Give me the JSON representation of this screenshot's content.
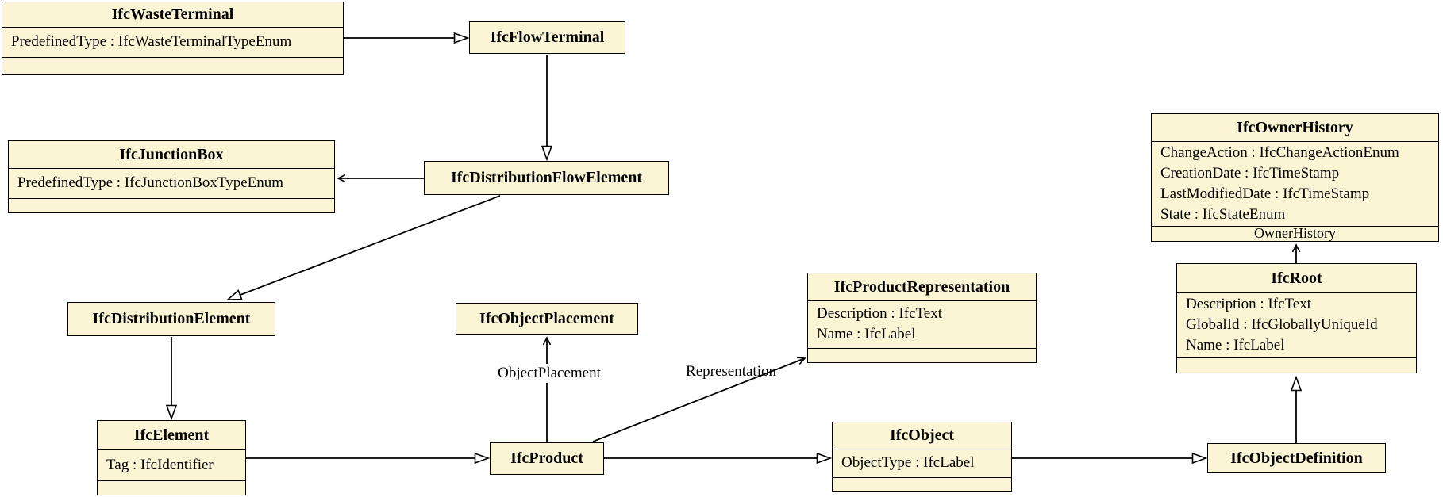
{
  "diagram": {
    "kind": "uml-class-diagram",
    "colors": {
      "node_fill": "#FBF5D5",
      "node_border": "#000000",
      "line": "#000000",
      "background": "#FFFFFF"
    },
    "nodes": [
      {
        "id": "IfcWasteTerminal",
        "title": "IfcWasteTerminal",
        "attributes": [
          "PredefinedType : IfcWasteTerminalTypeEnum"
        ],
        "footer": ""
      },
      {
        "id": "IfcFlowTerminal",
        "title": "IfcFlowTerminal",
        "attributes": [],
        "footer": null
      },
      {
        "id": "IfcJunctionBox",
        "title": "IfcJunctionBox",
        "attributes": [
          "PredefinedType : IfcJunctionBoxTypeEnum"
        ],
        "footer": ""
      },
      {
        "id": "IfcDistributionFlowElement",
        "title": "IfcDistributionFlowElement",
        "attributes": [],
        "footer": null
      },
      {
        "id": "IfcOwnerHistory",
        "title": "IfcOwnerHistory",
        "attributes": [
          "ChangeAction : IfcChangeActionEnum",
          "CreationDate : IfcTimeStamp",
          "LastModifiedDate : IfcTimeStamp",
          "State : IfcStateEnum"
        ],
        "footer": "OwnerHistory"
      },
      {
        "id": "IfcDistributionElement",
        "title": "IfcDistributionElement",
        "attributes": [],
        "footer": null
      },
      {
        "id": "IfcObjectPlacement",
        "title": "IfcObjectPlacement",
        "attributes": [],
        "footer": null
      },
      {
        "id": "IfcProductRepresentation",
        "title": "IfcProductRepresentation",
        "attributes": [
          "Description : IfcText",
          "Name : IfcLabel"
        ],
        "footer": ""
      },
      {
        "id": "IfcRoot",
        "title": "IfcRoot",
        "attributes": [
          "Description : IfcText",
          "GlobalId : IfcGloballyUniqueId",
          "Name : IfcLabel"
        ],
        "footer": ""
      },
      {
        "id": "IfcElement",
        "title": "IfcElement",
        "attributes": [
          "Tag : IfcIdentifier"
        ],
        "footer": ""
      },
      {
        "id": "IfcProduct",
        "title": "IfcProduct",
        "attributes": [],
        "footer": null
      },
      {
        "id": "IfcObject",
        "title": "IfcObject",
        "attributes": [
          "ObjectType : IfcLabel"
        ],
        "footer": ""
      },
      {
        "id": "IfcObjectDefinition",
        "title": "IfcObjectDefinition",
        "attributes": [],
        "footer": null
      }
    ],
    "edge_labels": [
      {
        "id": "object-placement",
        "text": "ObjectPlacement"
      },
      {
        "id": "representation",
        "text": "Representation"
      }
    ],
    "edges": [
      {
        "from": "IfcWasteTerminal",
        "to": "IfcFlowTerminal",
        "kind": "generalization"
      },
      {
        "from": "IfcFlowTerminal",
        "to": "IfcDistributionFlowElement",
        "kind": "generalization"
      },
      {
        "from": "IfcDistributionFlowElement",
        "to": "IfcJunctionBox",
        "kind": "reference"
      },
      {
        "from": "IfcDistributionFlowElement",
        "to": "IfcDistributionElement",
        "kind": "generalization"
      },
      {
        "from": "IfcDistributionElement",
        "to": "IfcElement",
        "kind": "generalization"
      },
      {
        "from": "IfcElement",
        "to": "IfcProduct",
        "kind": "generalization"
      },
      {
        "from": "IfcProduct",
        "to": "IfcObjectPlacement",
        "kind": "reference",
        "label": "ObjectPlacement"
      },
      {
        "from": "IfcProduct",
        "to": "IfcProductRepresentation",
        "kind": "reference",
        "label": "Representation"
      },
      {
        "from": "IfcProduct",
        "to": "IfcObject",
        "kind": "generalization"
      },
      {
        "from": "IfcObject",
        "to": "IfcObjectDefinition",
        "kind": "generalization"
      },
      {
        "from": "IfcObjectDefinition",
        "to": "IfcRoot",
        "kind": "generalization"
      },
      {
        "from": "IfcRoot",
        "to": "IfcOwnerHistory",
        "kind": "reference",
        "label": "OwnerHistory"
      }
    ]
  }
}
